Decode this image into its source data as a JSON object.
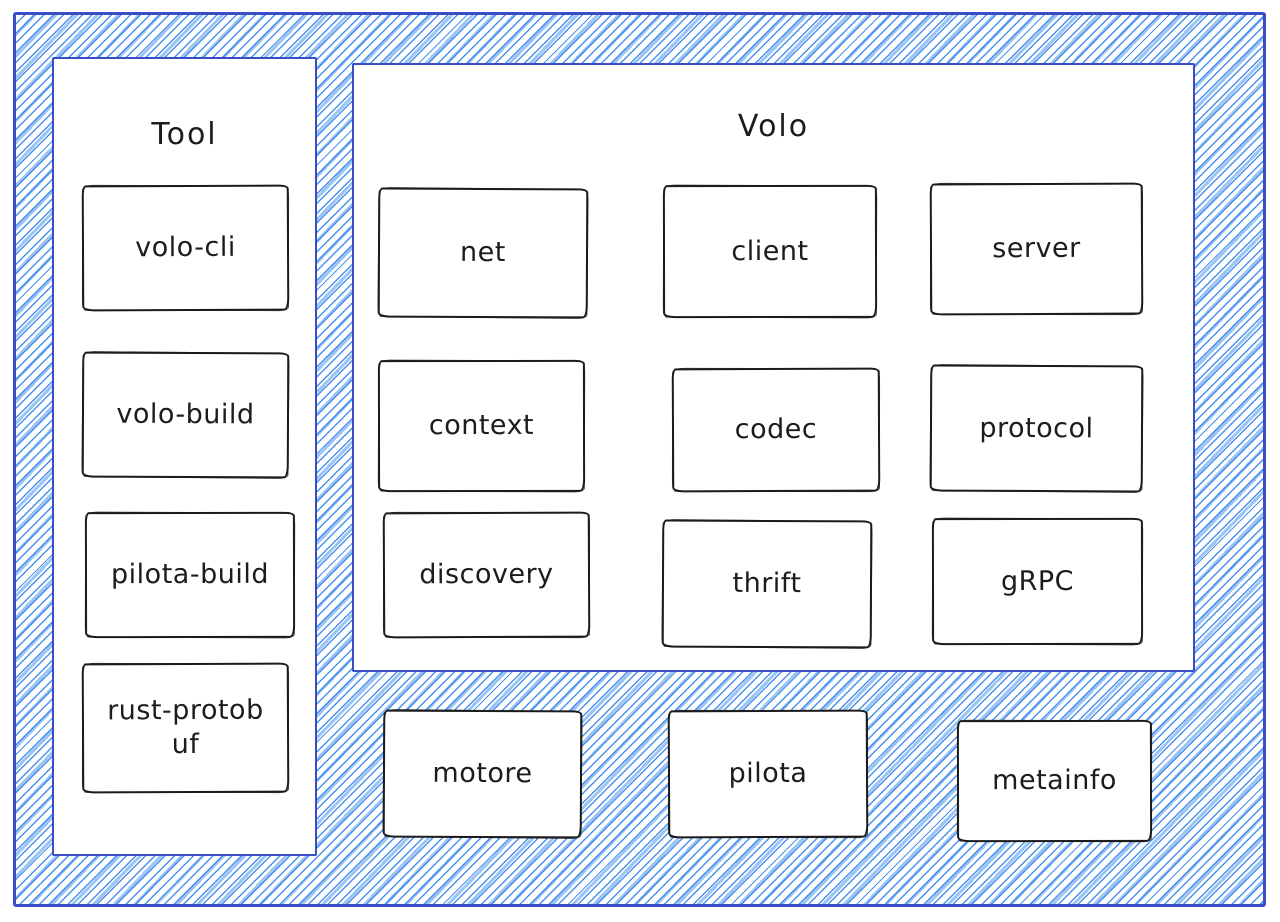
{
  "diagram": {
    "kind": "architecture-diagram",
    "colors": {
      "frame_border": "#3a4cc6",
      "hatch_line_medium": "#3f8bed",
      "hatch_line_light": "#90bdf3",
      "node_border": "#1c1c1c",
      "node_fill": "#ffffff",
      "text": "#1c1c1c"
    }
  },
  "tool": {
    "title": "Tool",
    "items": [
      {
        "label": "volo-cli"
      },
      {
        "label": "volo-build"
      },
      {
        "label": "pilota-build"
      },
      {
        "label": "rust-protobuf"
      }
    ]
  },
  "volo": {
    "title": "Volo",
    "cells": [
      {
        "label": "net"
      },
      {
        "label": "client"
      },
      {
        "label": "server"
      },
      {
        "label": "context"
      },
      {
        "label": "codec"
      },
      {
        "label": "protocol"
      },
      {
        "label": "discovery"
      },
      {
        "label": "thrift"
      },
      {
        "label": "gRPC"
      }
    ]
  },
  "bottom": {
    "items": [
      {
        "label": "motore"
      },
      {
        "label": "pilota"
      },
      {
        "label": "metainfo"
      }
    ]
  }
}
